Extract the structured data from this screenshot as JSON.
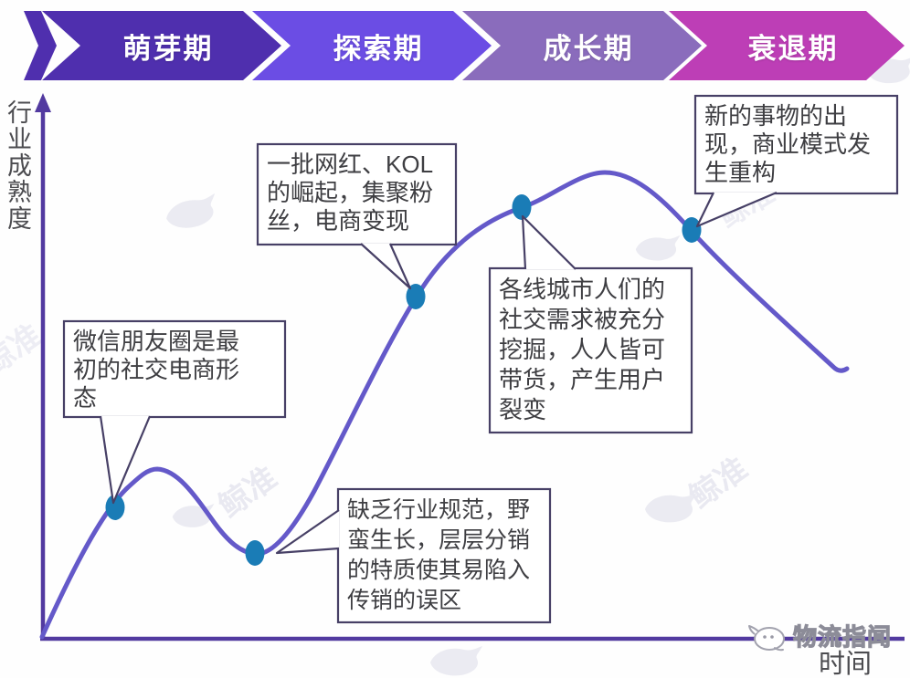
{
  "banner": {
    "stages": [
      {
        "label": "萌芽期"
      },
      {
        "label": "探索期"
      },
      {
        "label": "成长期"
      },
      {
        "label": "衰退期"
      }
    ]
  },
  "axis": {
    "y_label": "行\n业\n成\n熟\n度",
    "x_label": "时间"
  },
  "annotations": [
    {
      "text": "微信朋友圈是最\n初的社交电商形\n态"
    },
    {
      "text": "一批网红、KOL\n的崛起，集聚粉\n丝，电商变现"
    },
    {
      "text": "缺乏行业规范，野\n蛮生长，层层分销\n的特质使其易陷入\n传销的误区"
    },
    {
      "text": "各线城市人们的\n社交需求被充分\n挖掘，人人皆可\n带货，产生用户\n裂变"
    },
    {
      "text": "新的事物的出\n现，商业模式发\n生重构"
    }
  ],
  "watermark": {
    "brand": "鲸准"
  },
  "footer": {
    "brand": "物流指闻"
  },
  "palette": {
    "stage_colors": [
      "#4f2fae",
      "#6b4de4",
      "#8a6cbc",
      "#bd3eb6"
    ],
    "curve": "#6459c9",
    "dot": "#1a7cb6",
    "axis": "#523aa0",
    "box_border": "#474066",
    "watermark_fill": "#ebebf2"
  }
}
